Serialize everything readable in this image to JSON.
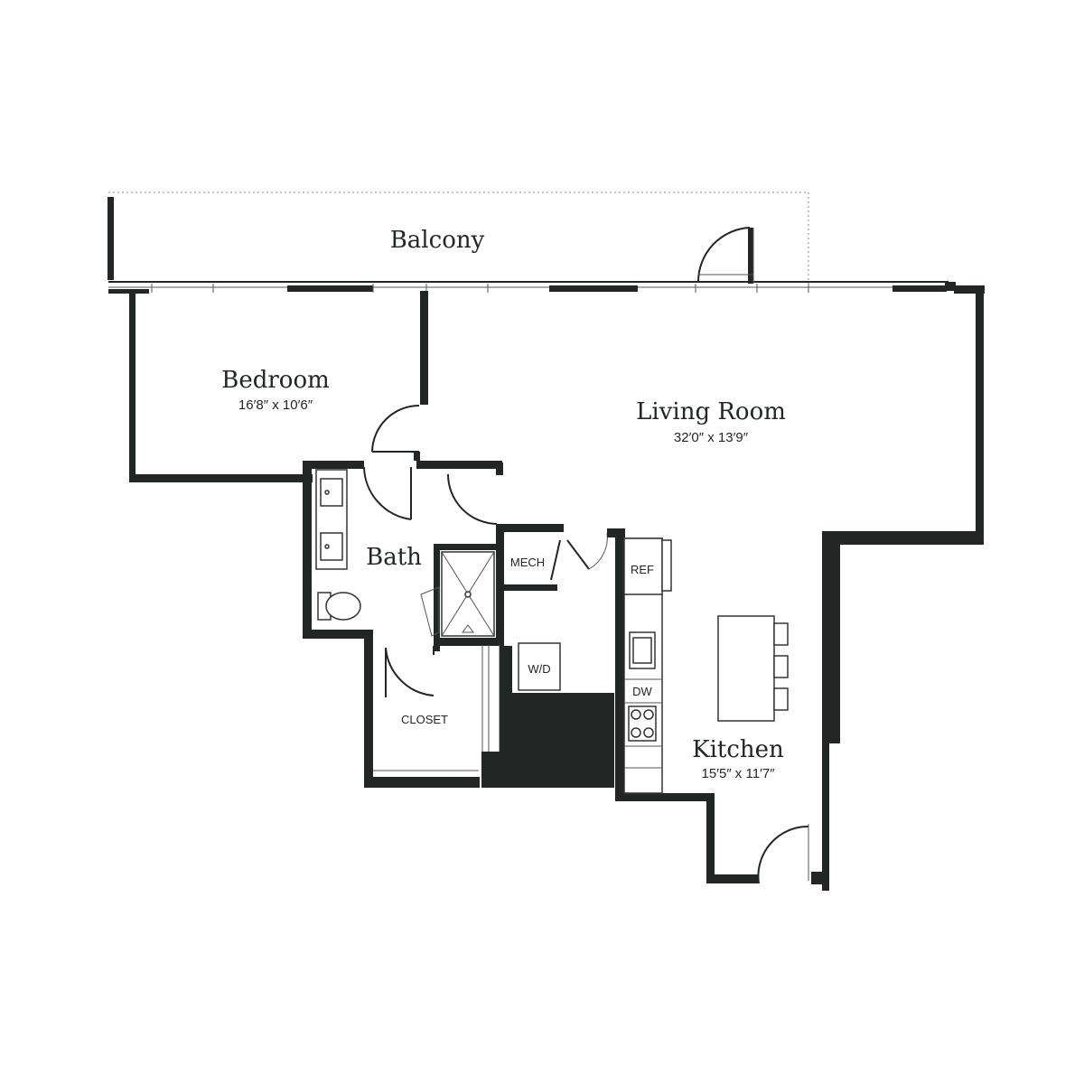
{
  "rooms": {
    "balcony": {
      "name": "Balcony"
    },
    "bedroom": {
      "name": "Bedroom",
      "dims": "16′8″ x 10′6″"
    },
    "living": {
      "name": "Living Room",
      "dims": "32′0″ x 13′9″"
    },
    "bath": {
      "name": "Bath"
    },
    "kitchen": {
      "name": "Kitchen",
      "dims": "15′5″ x 11′7″"
    }
  },
  "fixtures": {
    "mech": "MECH",
    "ref": "REF",
    "wd": "W/D",
    "dw": "DW",
    "closet": "CLOSET"
  }
}
